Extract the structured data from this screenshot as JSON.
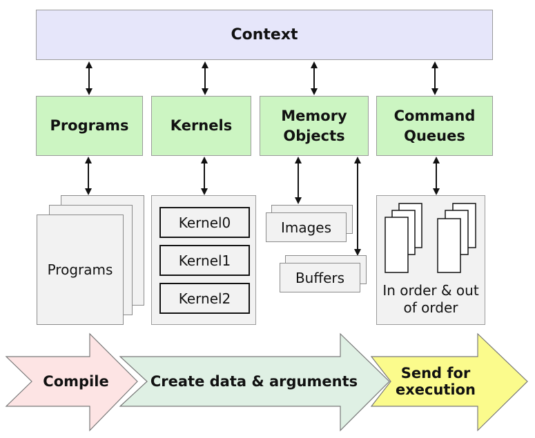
{
  "context": {
    "title": "Context"
  },
  "components": {
    "programs": "Programs",
    "kernels": "Kernels",
    "memory_objects": "Memory Objects",
    "command_queues": "Command Queues"
  },
  "programs_panel": {
    "label": "Programs"
  },
  "kernels_panel": {
    "items": [
      "Kernel0",
      "Kernel1",
      "Kernel2"
    ]
  },
  "memory_panel": {
    "images": "Images",
    "buffers": "Buffers"
  },
  "queues_panel": {
    "label": "In order & out of order"
  },
  "flow": {
    "compile": "Compile",
    "create": "Create data & arguments",
    "send": "Send for execution"
  },
  "colors": {
    "context_fill": "#e6e6fa",
    "component_fill": "#ccf5c2",
    "panel_fill": "#f2f2f2",
    "compile_fill": "#fde4e4",
    "create_fill": "#dff0e4",
    "send_fill": "#fbfb8c"
  }
}
